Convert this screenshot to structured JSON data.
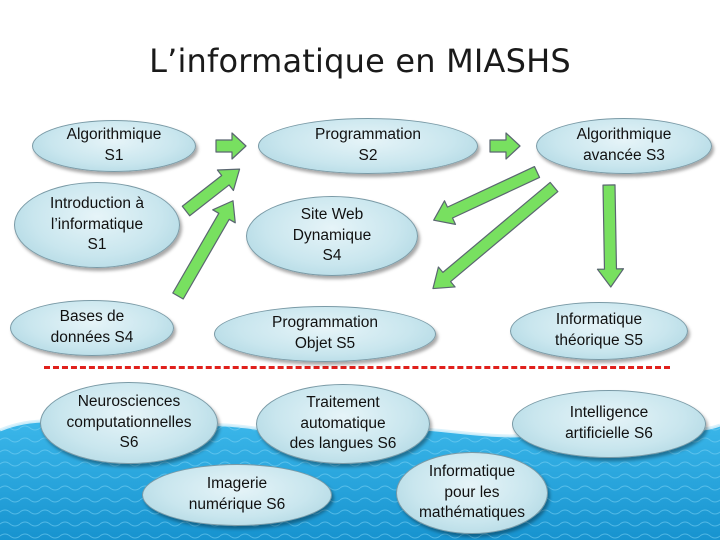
{
  "title": "L’informatique en MIASHS",
  "nodes": {
    "algo_s1": "Algorithmique\nS1",
    "prog_s2": "Programmation\nS2",
    "algo_av_s3": "Algorithmique\navancée S3",
    "intro_s1": "Introduction à\nl’informatique\nS1",
    "web_s4": "Site Web\nDynamique\nS4",
    "bdd_s4": "Bases de\ndonnées S4",
    "objet_s5": "Programmation\nObjet S5",
    "theo_s5": "Informatique\nthéorique S5",
    "neuro_s6": "Neurosciences\ncomputationnelles\nS6",
    "tal_s6": "Traitement\nautomatique\ndes langues S6",
    "ia_s6": "Intelligence\nartificielle S6",
    "img_s6": "Imagerie\nnumérique S6",
    "math": "Informatique\npour les\nmathématiques"
  },
  "colors": {
    "arrow_fill": "#78e060",
    "arrow_stroke": "#5a6670",
    "dash": "#e0201c",
    "water": "#1fa3dc"
  }
}
